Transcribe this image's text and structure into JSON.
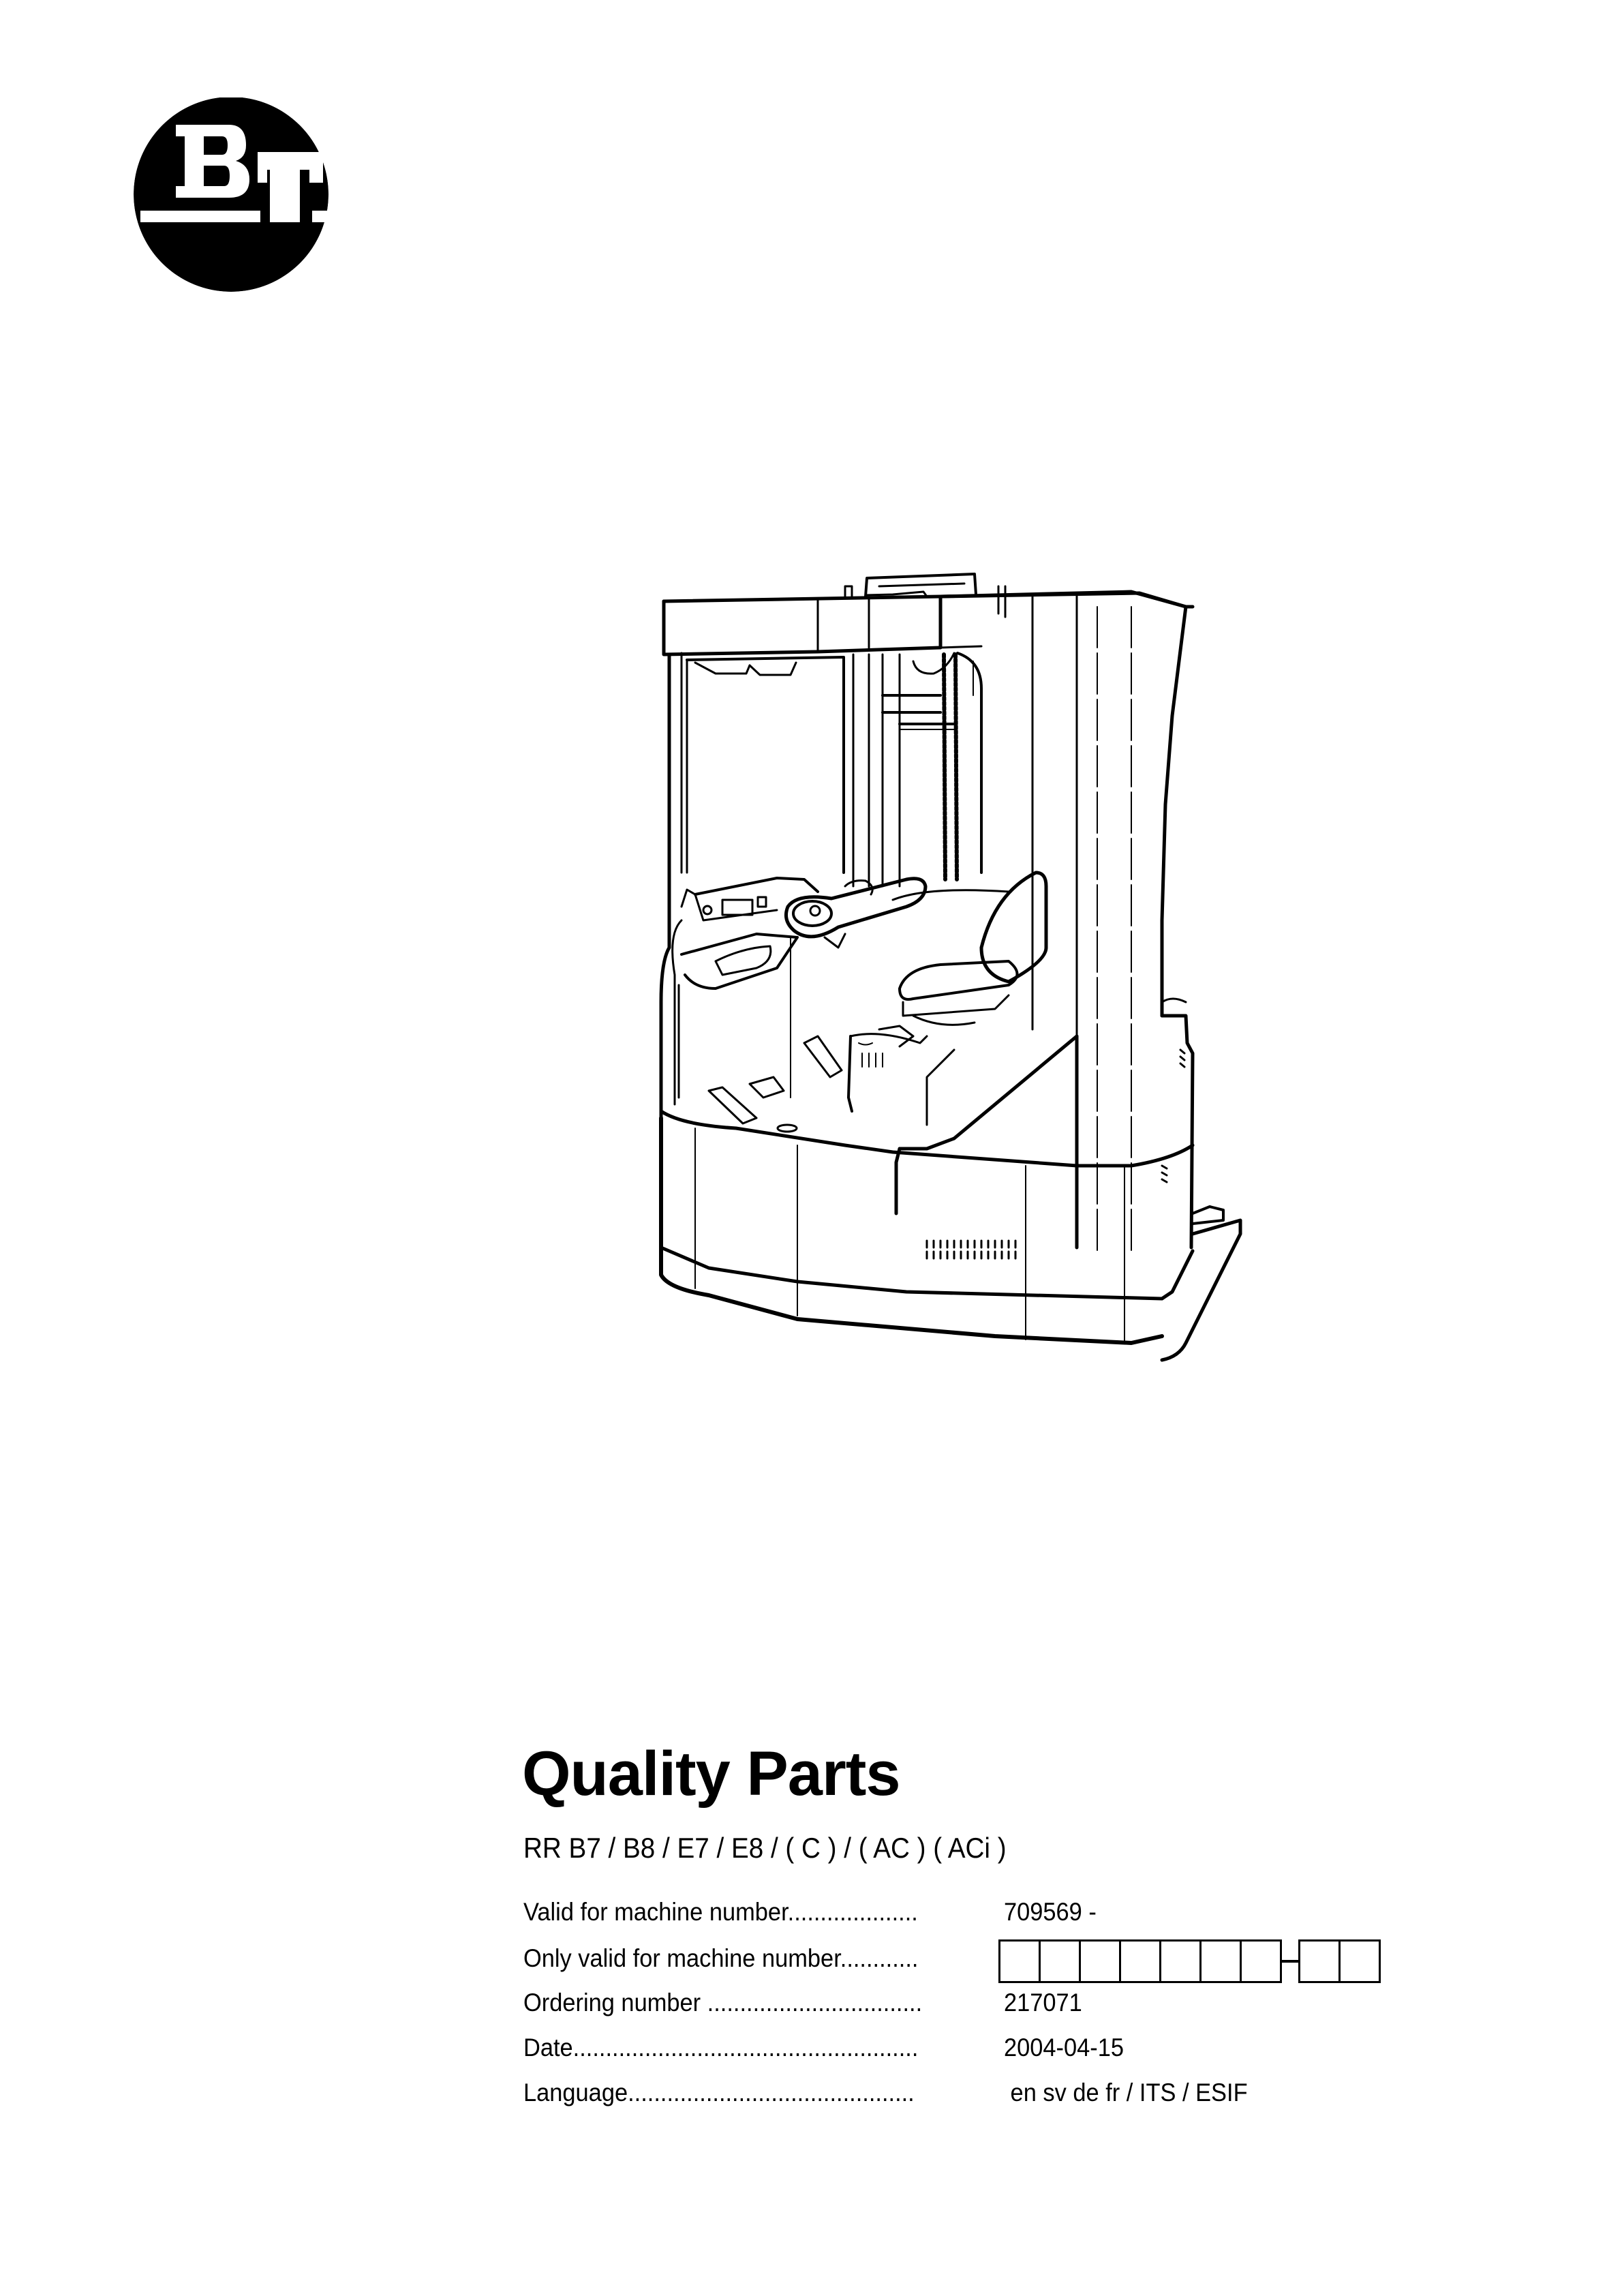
{
  "logo": {
    "text_primary": "B",
    "text_secondary": "T",
    "colors": {
      "circle": "#000000",
      "letters": "#ffffff"
    }
  },
  "illustration": {
    "subject": "reach-truck-forklift-line-drawing"
  },
  "document": {
    "title": "Quality Parts",
    "models": "RR B7 / B8 / E7 / E8 / ( C ) /  ( AC ) ( ACi )",
    "rows": [
      {
        "label": "Valid for machine number....................",
        "value": "709569 -"
      },
      {
        "label": "Only valid for machine number............",
        "value": "",
        "boxes_before_dash": 7,
        "boxes_after_dash": 2
      },
      {
        "label": "Ordering number .................................",
        "value": "217071"
      },
      {
        "label": "Date.....................................................",
        "value": "2004-04-15"
      },
      {
        "label": "Language............................................",
        "value": " en sv de fr / ITS / ESIF"
      }
    ]
  }
}
